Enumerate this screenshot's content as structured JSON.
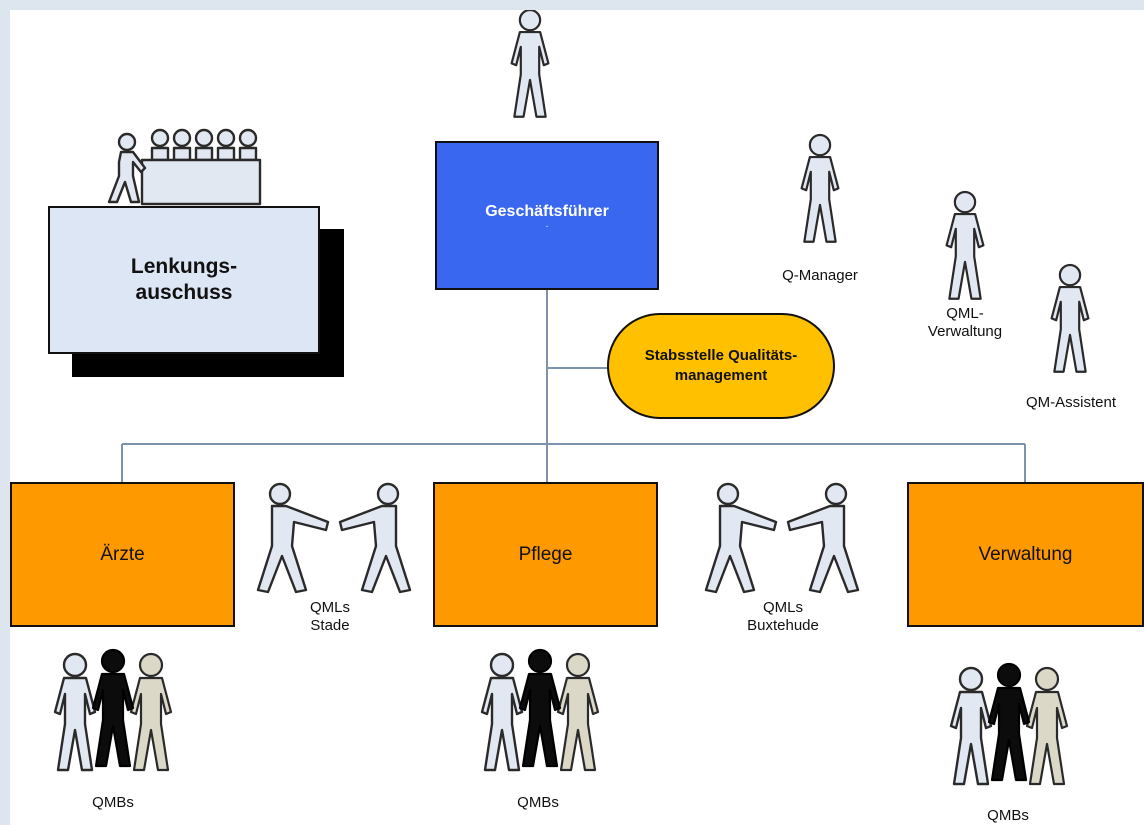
{
  "nodes": {
    "ceo": "Geschäftsführer",
    "ceo_dot": ".",
    "lenkung": [
      "Lenkungs-",
      "auschuss"
    ],
    "stab": [
      "Stabsstelle Qualitäts-",
      "management"
    ],
    "aerzte": "Ärzte",
    "pflege": "Pflege",
    "verwaltung": "Verwaltung"
  },
  "labels": {
    "q_manager": "Q-Manager",
    "qml_verwaltung": [
      "QML-",
      "Verwaltung"
    ],
    "qm_assistent": "QM-Assistent",
    "qmls_stade": [
      "QMLs",
      "Stade"
    ],
    "qmls_buxtehude": [
      "QMLs",
      "Buxtehude"
    ],
    "qmbs_1": "QMBs",
    "qmbs_2": "QMBs",
    "qmbs_3": "QMBs"
  },
  "colors": {
    "ceo_box": "#3a67f0",
    "dept_box": "#ff9900",
    "stab_box": "#ffc000",
    "lenkung_box": "#dde6f4",
    "connector": "#7d93ad"
  },
  "icons": [
    "person-icon",
    "committee-icon",
    "handshake-icon",
    "team-icon"
  ]
}
